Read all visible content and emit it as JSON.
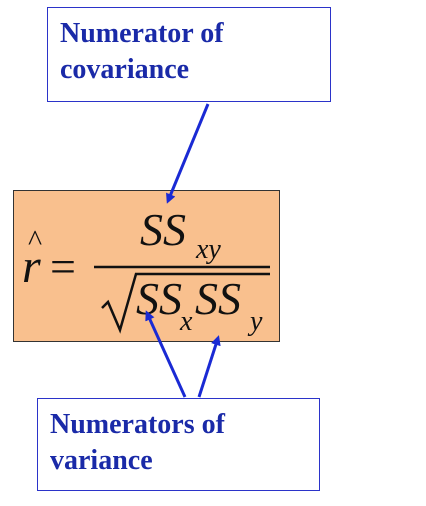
{
  "top_label": {
    "line1": "Numerator of",
    "line2": "covariance"
  },
  "bottom_label": {
    "line1": "Numerators of",
    "line2": "variance"
  },
  "formula": {
    "lhs_var": "r",
    "hat": "^",
    "equals": "=",
    "numerator_main": "SS",
    "numerator_sub": "xy",
    "denom_first_main": "SS",
    "denom_first_sub": "x",
    "denom_second_main": "SS",
    "denom_second_sub": "y"
  },
  "colors": {
    "label_text": "#1a2aa8",
    "label_border": "#2b33c9",
    "arrow": "#1a2ad4",
    "formula_fill": "#f9c08e",
    "formula_border": "#333333"
  }
}
